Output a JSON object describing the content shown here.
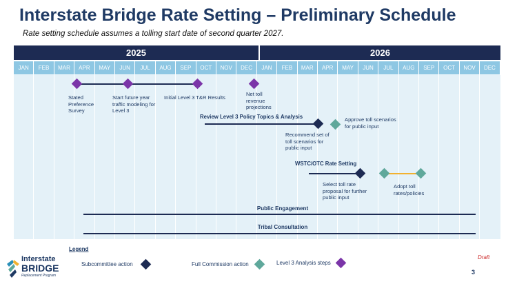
{
  "header": {
    "title": "Interstate Bridge Rate Setting – Preliminary Schedule",
    "subtitle": "Rate setting schedule assumes a tolling start date of second quarter 2027."
  },
  "timeline": {
    "years": [
      "2025",
      "2026"
    ],
    "months": [
      "JAN",
      "FEB",
      "MAR",
      "APR",
      "MAY",
      "JUN",
      "JUL",
      "AUG",
      "SEP",
      "OCT",
      "NOV",
      "DEC",
      "JAN",
      "FEB",
      "MAR",
      "APR",
      "MAY",
      "JUN",
      "JUL",
      "AUG",
      "SEP",
      "OCT",
      "NOV",
      "DEC"
    ]
  },
  "milestones": {
    "stated_preference": "Stated Preference Survey",
    "future_modeling": "Start future year traffic modeling for Level 3",
    "initial_results": "Initial Level 3 T&R Results",
    "net_toll": "Net toll revenue projections",
    "review_title": "Review Level 3 Policy Topics & Analysis",
    "recommend_set": "Recommend set of toll scenarios for public input",
    "approve_toll": "Approve toll scenarios for public input",
    "wstc_title": "WSTC/OTC Rate Setting",
    "select_rate": "Select toll rate proposal for further public input",
    "adopt_toll": "Adopt toll rates/policies",
    "public_engagement": "Public Engagement",
    "tribal_consultation": "Tribal Consultation"
  },
  "legend": {
    "title": "Legend",
    "subcommittee": "Subcommittee action",
    "full_commission": "Full Commission action",
    "level3": "Level 3 Analysis steps"
  },
  "colors": {
    "navy": "#1d2b53",
    "purple": "#7b35a8",
    "teal": "#5fa89b",
    "gold": "#f2b12f",
    "month_blue": "#8ec7e3"
  },
  "footer": {
    "draft": "Draft",
    "page": "3"
  },
  "logo": {
    "line1": "Interstate",
    "line2": "BRIDGE",
    "line3": "Replacement Program"
  }
}
